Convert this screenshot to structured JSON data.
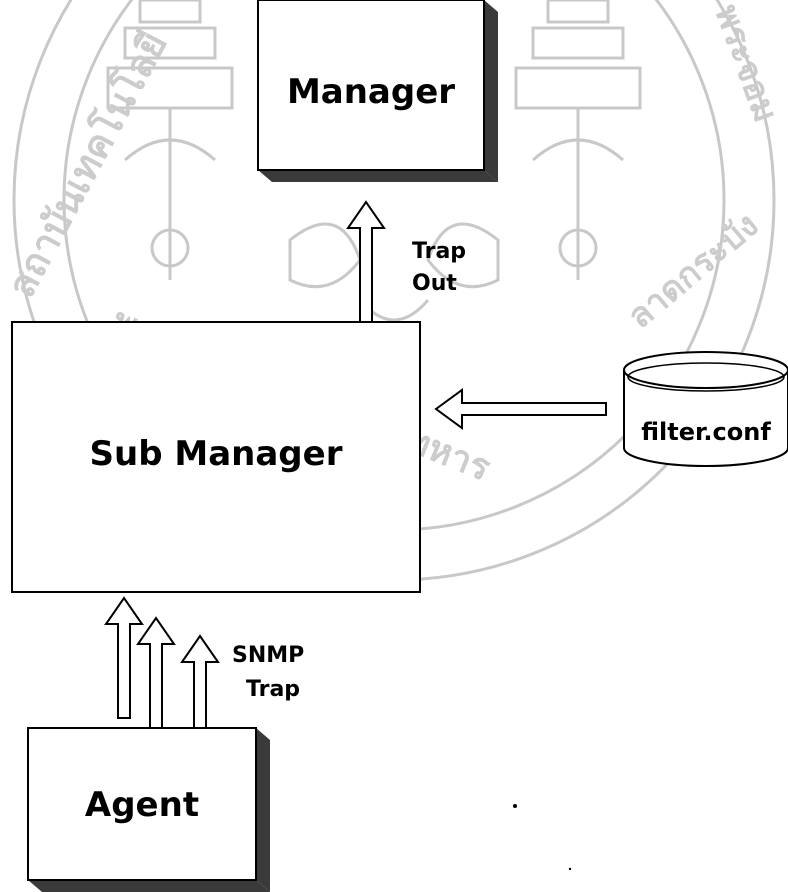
{
  "nodes": {
    "manager": "Manager",
    "sub_manager": "Sub Manager",
    "agent": "Agent",
    "config_file": "filter.conf"
  },
  "edges": {
    "trap_out": [
      "Trap",
      "Out"
    ],
    "snmp_trap": [
      "SNMP",
      "Trap"
    ]
  },
  "watermark": {
    "left_arc": "สถาบันเทคโนโลยี",
    "top_right_arc": "พระจอม",
    "bottom_arc": "พระจอมเกล้าเจ้าคุณทหาร",
    "right_arc": "ลาดกระบัง"
  },
  "colors": {
    "line": "#000000",
    "shadow": "#3a3a3a",
    "watermark": "#c8c8c8"
  }
}
